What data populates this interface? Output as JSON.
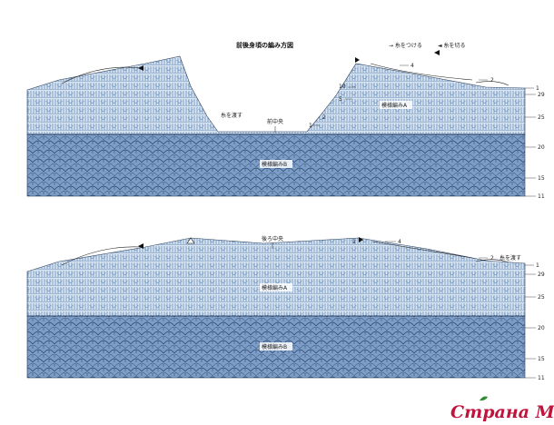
{
  "title": "前後身頃の編み方図",
  "legend": {
    "attach": "→ 糸をつける",
    "cut": "◄ 糸を切る"
  },
  "front": {
    "label_pass_yarn": "糸を渡す",
    "label_center": "前中央",
    "label_pattern_a": "模様編みA",
    "label_pattern_b": "模様編みB",
    "row_left": [
      "10",
      "5",
      "1",
      "2"
    ],
    "row_right_top": [
      "4",
      "2"
    ],
    "rows_right": [
      "1",
      "29",
      "25",
      "20",
      "15",
      "11"
    ]
  },
  "back": {
    "label_center": "後ろ中央",
    "label_pass_yarn": "糸を渡す",
    "label_pattern_a": "模様編みA",
    "label_pattern_b": "模様編みB",
    "row_top": [
      "1",
      "4"
    ],
    "row_right_top": [
      "2"
    ],
    "rows_right": [
      "1",
      "29",
      "25",
      "20",
      "15",
      "11"
    ]
  },
  "watermark": {
    "text": "Страна Мам",
    "color_main": "#c0143c",
    "color_leaf": "#2e8b2e"
  },
  "colors": {
    "fill_light": "#dbe6f3",
    "fill_dark": "#7d9cc6",
    "stitch_light": "#3f6ea5",
    "stitch_dark": "#24476e",
    "outline": "#2a3f5c"
  }
}
